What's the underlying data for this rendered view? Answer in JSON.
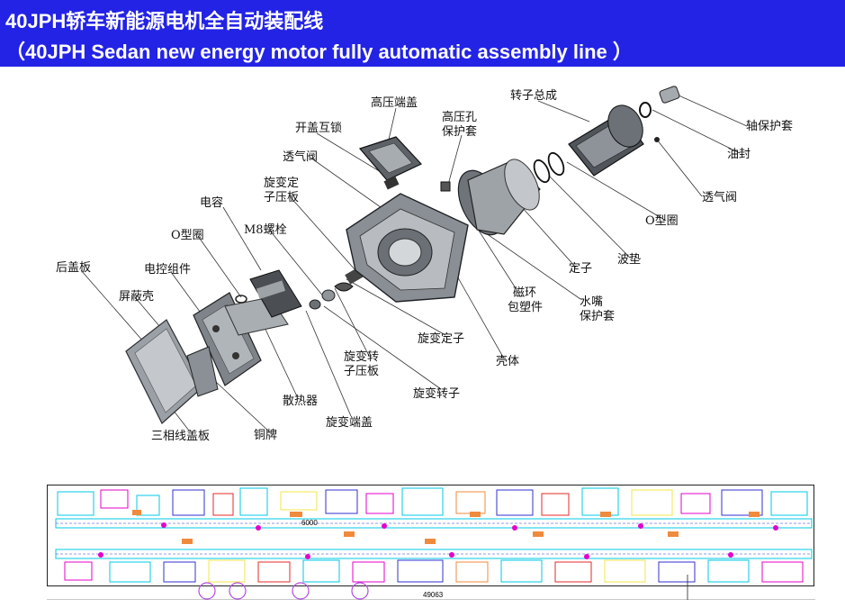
{
  "header": {
    "title_cn": "40JPH轿车新能源电机全自动装配线",
    "title_en": "（40JPH Sedan new energy motor fully automatic assembly line ）"
  },
  "labels": {
    "gaoya_duangai": "高压端盖",
    "zhuanzi_zongcheng": "转子总成",
    "gaoyakong_1": "高压孔",
    "gaoyakong_2": "保护套",
    "kaigai_husuo": "开盖互锁",
    "zhou_baohutao": "轴保护套",
    "touqifa_1": "透气阀",
    "youfeng": "油封",
    "xuanbian_dingzi_yaban_1": "旋变定",
    "xuanbian_dingzi_yaban_2": "子压板",
    "touqifa_2": "透气阀",
    "dianrong": "电容",
    "m8_luoshuan": "M8螺栓",
    "o_xingquan_1": "O型圈",
    "o_xingquan_2": "O型圈",
    "hougaiban": "后盖板",
    "dianku_zujian": "电控组件",
    "bodian": "波垫",
    "dingzi": "定子",
    "pingbike": "屏蔽壳",
    "cihuan_1": "磁环",
    "cihuan_2": "包塑件",
    "shuizui_1": "水嘴",
    "shuizui_2": "保护套",
    "xuanbian_dingzi": "旋变定子",
    "xuanbian_zhuanzi_yaban_1": "旋变转",
    "xuanbian_zhuanzi_yaban_2": "子压板",
    "keti": "壳体",
    "xuanbian_zhuanzi": "旋变转子",
    "sanreqi": "散热器",
    "xuanbian_duangai": "旋变端盖",
    "sanxiang_gaiban": "三相线盖板",
    "tongpai": "铜牌"
  },
  "layout_plan": {
    "dim_6000": "6000",
    "dim_total": "49063"
  },
  "colors": {
    "header_bg": "#2323e6",
    "header_text": "#ffffff",
    "cyan": "#00c8e6",
    "magenta": "#e600c8",
    "orange": "#f08a3c",
    "yellow": "#f0e64a",
    "blue": "#3232d2",
    "red": "#e62828"
  }
}
